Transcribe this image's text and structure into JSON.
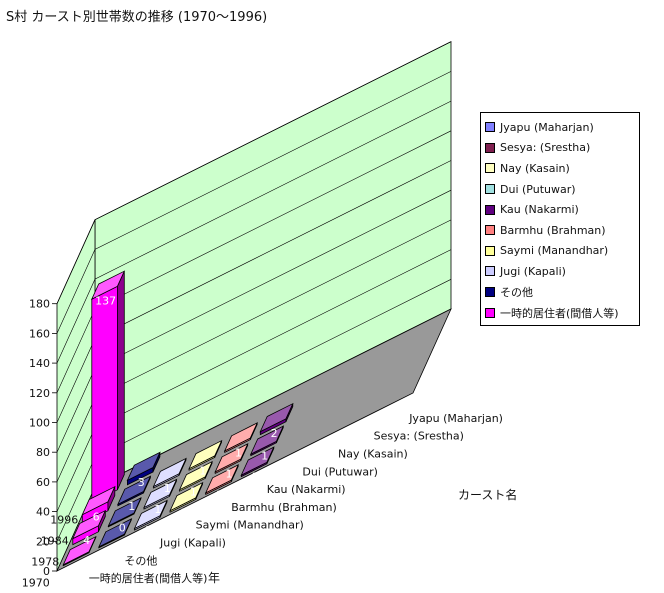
{
  "title": "S村 カースト別世帯数の推移 (1970〜1996)",
  "chart_data": {
    "type": "bar",
    "variant": "3d-grouped-columns",
    "years": [
      "1996",
      "1984",
      "1978",
      "1970"
    ],
    "year_axis_label": "年",
    "category_axis_label": "カースト名",
    "zlim": [
      0,
      180
    ],
    "z_ticks": [
      0,
      20,
      40,
      60,
      80,
      100,
      120,
      140,
      160,
      180
    ],
    "grid": true,
    "legend_position": "right",
    "categories": [
      "Jyapu (Maharjan)",
      "Sesya: (Srestha)",
      "Nay (Kasain)",
      "Dui (Putuwar)",
      "Kau (Nakarmi)",
      "Barmhu (Brahman)",
      "Saymi (Manandhar)",
      "Jugi (Kapali)",
      "その他",
      "一時的居住者(間借人等)"
    ],
    "colors": [
      "#8080ff",
      "#802050",
      "#ffffc0",
      "#a0e0e0",
      "#600080",
      "#ff8080",
      "#ffff99",
      "#ccccff",
      "#000080",
      "#ff00ff"
    ],
    "values": [
      [
        null,
        null,
        null,
        null,
        null,
        null,
        null,
        null,
        3,
        137
      ],
      [
        null,
        null,
        null,
        null,
        2,
        1,
        1,
        1,
        1,
        6
      ],
      [
        null,
        null,
        null,
        null,
        1,
        1,
        1,
        1,
        0,
        4
      ],
      [
        null,
        null,
        null,
        null,
        1,
        1,
        1,
        1,
        0,
        0
      ]
    ],
    "value_labels": [
      [
        null,
        null,
        null,
        null,
        null,
        null,
        null,
        null,
        "3",
        "137"
      ],
      [
        null,
        null,
        null,
        null,
        "2",
        "1",
        "1",
        "1",
        "1",
        "6"
      ],
      [
        null,
        null,
        null,
        null,
        "1",
        "1",
        "1",
        "1",
        "0",
        "4"
      ],
      [
        null,
        null,
        null,
        null,
        "1",
        "1",
        "1",
        "1",
        "0",
        "0"
      ]
    ]
  }
}
